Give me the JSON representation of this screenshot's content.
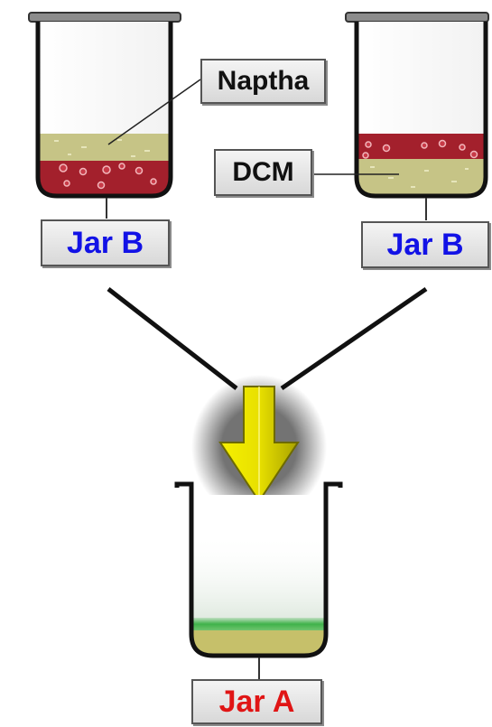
{
  "colors": {
    "oil_red": "#a3202c",
    "naptha_yellow": "#c6c486",
    "green_layer": "#3fb24a",
    "arrow_yellow": "#e6e000",
    "label_blue": "#1212e6",
    "label_red": "#e01515"
  },
  "jars": [
    {
      "id": "left",
      "label": "Jar B",
      "layers": [
        "naptha-top",
        "oil-bottom"
      ]
    },
    {
      "id": "right",
      "label": "Jar B",
      "layers": [
        "oil-top",
        "dcm-bottom"
      ]
    },
    {
      "id": "bottom",
      "label": "Jar A",
      "layers": [
        "green-film",
        "yellow-solution"
      ]
    }
  ],
  "callouts": {
    "naptha": "Naptha",
    "dcm": "DCM"
  },
  "icons": {
    "transfer": "down-arrow-icon"
  }
}
